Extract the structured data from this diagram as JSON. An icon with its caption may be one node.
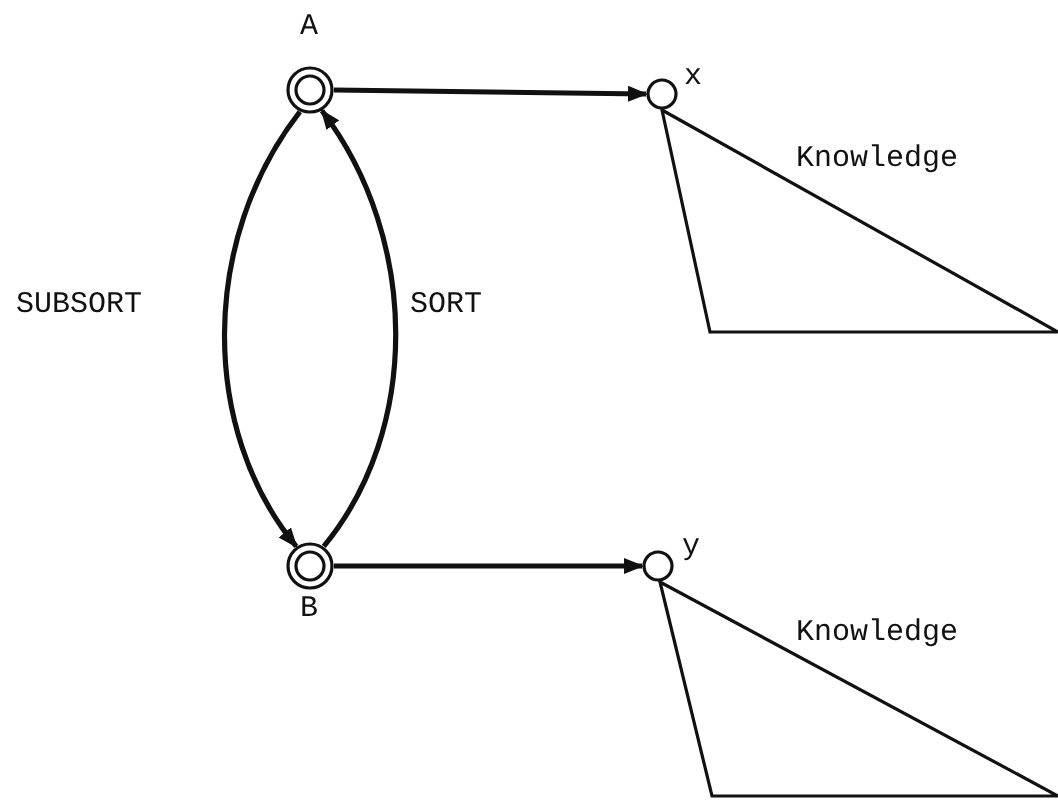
{
  "diagram": {
    "nodes": [
      {
        "text": [
          "A"
        ]
      },
      {
        "text": [
          "x"
        ]
      },
      {
        "text": [
          "Knowledge"
        ]
      },
      {
        "text": [
          "B"
        ]
      },
      {
        "text": [
          "y"
        ]
      },
      {
        "text": [
          "Knowledge"
        ]
      }
    ],
    "edges": [
      {
        "from": 0,
        "to": 3,
        "arrow": "to",
        "label": "SUBSORT"
      },
      {
        "from": 3,
        "to": 0,
        "arrow": "to",
        "label": "SORT"
      },
      {
        "from": 0,
        "to": 1,
        "arrow": "to"
      },
      {
        "from": 3,
        "to": 4,
        "arrow": "to"
      }
    ]
  }
}
